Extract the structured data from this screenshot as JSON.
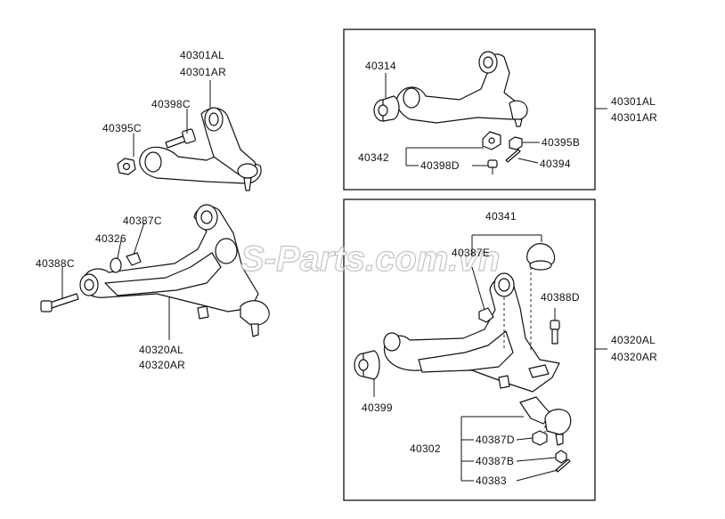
{
  "watermark": "S-Parts.com.vn",
  "upper_left": {
    "part_no_l": "40301AL",
    "part_no_r": "40301AR",
    "bolt": "40398C",
    "nut": "40395C"
  },
  "lower_left": {
    "bushing_c": "40387C",
    "washer": "40326",
    "bolt": "40388C",
    "part_no_l": "40320AL",
    "part_no_r": "40320AR"
  },
  "upper_box": {
    "bushing": "40314",
    "assembly": "40342",
    "nut": "40395B",
    "bolt": "40398D",
    "pin": "40394",
    "part_no_l": "40301AL",
    "part_no_r": "40301AR"
  },
  "lower_box": {
    "bumper": "40341",
    "bushing_e": "40387E",
    "bolt": "40388D",
    "bushing": "40399",
    "ball_joint": "40302",
    "bushing_d": "40387D",
    "bushing_b": "40387B",
    "pin": "40383",
    "part_no_l": "40320AL",
    "part_no_r": "40320AR"
  }
}
